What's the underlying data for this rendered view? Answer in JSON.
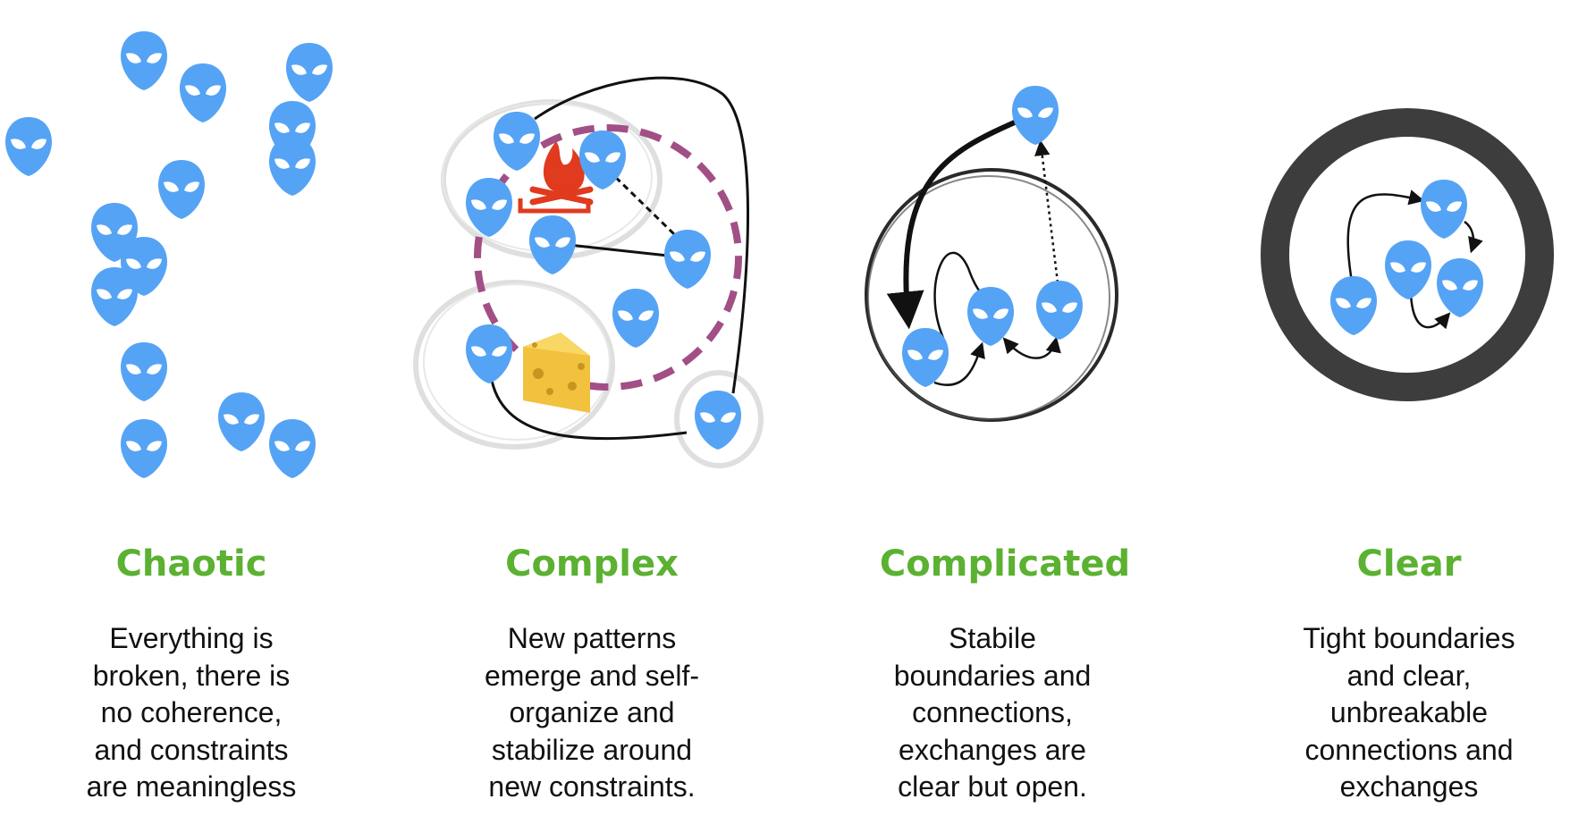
{
  "accent_colors": {
    "title_green": "#5bb131",
    "alien_blue": "#55a3f5",
    "constraint_purple": "#a24f86",
    "fire_red": "#e03a1f",
    "cheese_yellow": "#f2c13e",
    "ring_dark": "#3d3d3d"
  },
  "panels": [
    {
      "title": "Chaotic",
      "description_lines": [
        "Everything is",
        "broken, there is",
        "no coherence,",
        "and constraints",
        "are meaningless"
      ]
    },
    {
      "title": "Complex",
      "description_lines": [
        "New patterns",
        "emerge and self-",
        "organize and",
        "stabilize around",
        "new constraints."
      ]
    },
    {
      "title": "Complicated",
      "description_lines": [
        "Stabile",
        "boundaries and",
        "connections,",
        "exchanges are",
        "clear but open."
      ]
    },
    {
      "title": "Clear",
      "description_lines": [
        "Tight boundaries",
        "and clear,",
        "unbreakable",
        "connections and",
        "exchanges"
      ]
    }
  ],
  "icons": {
    "agent": "alien-head-icon",
    "attractor_1": "campfire-icon",
    "attractor_2": "cheese-icon"
  }
}
